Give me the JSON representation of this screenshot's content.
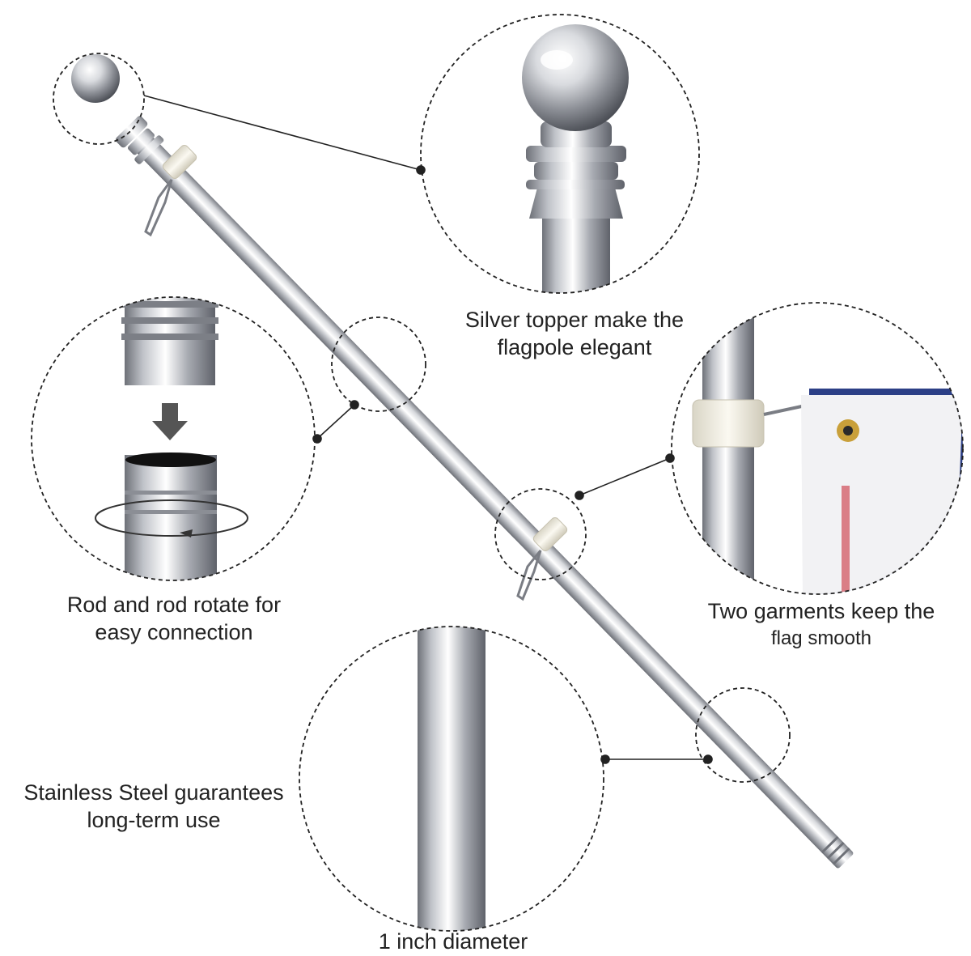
{
  "captions": {
    "topper": {
      "line1": "Silver topper make the",
      "line2": "flagpole elegant"
    },
    "connection": {
      "line1": "Rod and rod rotate for",
      "line2": "easy connection"
    },
    "garments": {
      "line1": "Two garments keep the",
      "line2": "flag smooth"
    },
    "steel": {
      "line1": "Stainless Steel guarantees",
      "line2": "long-term use"
    },
    "diameter": {
      "line1": "1 inch diameter"
    }
  },
  "colors": {
    "background": "#ffffff",
    "text": "#222222",
    "steel_light": "#f4f5f7",
    "steel_mid": "#b9bcc2",
    "steel_dark": "#6e7178",
    "clip_white": "#f3f0e4",
    "flag_blue": "#2c3f86",
    "flag_red": "#c9303c",
    "grommet": "#c9a03a"
  }
}
